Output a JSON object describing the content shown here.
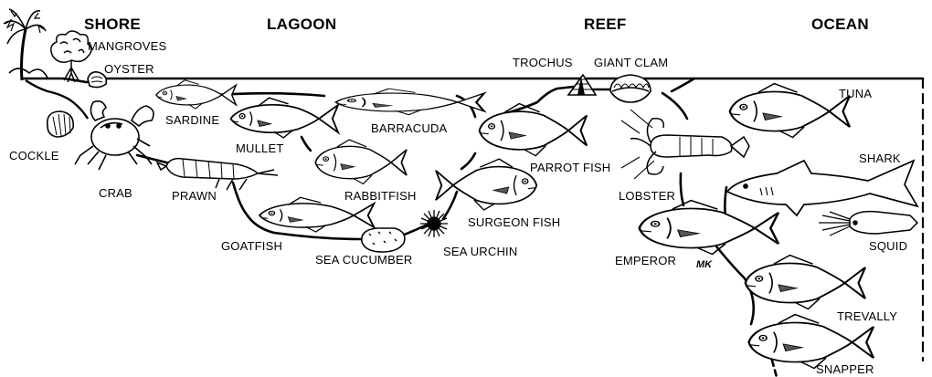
{
  "zones": {
    "shore": "SHORE",
    "lagoon": "LAGOON",
    "reef": "REEF",
    "ocean": "OCEAN"
  },
  "labels": {
    "mangroves": "MANGROVES",
    "oyster": "OYSTER",
    "cockle": "COCKLE",
    "crab": "CRAB",
    "sardine": "SARDINE",
    "mullet": "MULLET",
    "prawn": "PRAWN",
    "goatfish": "GOATFISH",
    "sea_cucumber": "SEA CUCUMBER",
    "sea_urchin": "SEA URCHIN",
    "barracuda": "BARRACUDA",
    "rabbitfish": "RABBITFISH",
    "surgeon_fish": "SURGEON FISH",
    "parrot_fish": "PARROT FISH",
    "trochus": "TROCHUS",
    "giant_clam": "GIANT CLAM",
    "lobster": "LOBSTER",
    "emperor": "EMPEROR",
    "tuna": "TUNA",
    "shark": "SHARK",
    "squid": "SQUID",
    "trevally": "TREVALLY",
    "snapper": "SNAPPER"
  },
  "artist_mark": "MK"
}
